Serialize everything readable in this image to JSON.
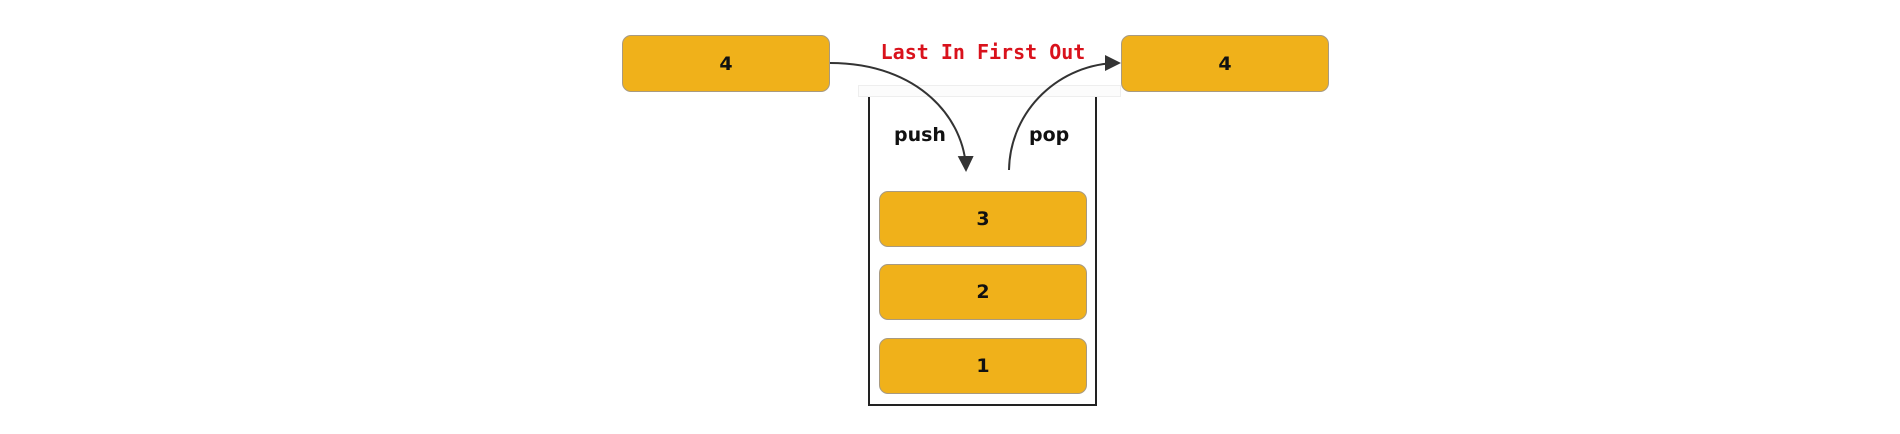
{
  "title": "Last In First Out",
  "pushed_item": {
    "label": "4"
  },
  "popped_item": {
    "label": "4"
  },
  "push_label": "push",
  "pop_label": "pop",
  "stack_items": [
    {
      "label": "3"
    },
    {
      "label": "2"
    },
    {
      "label": "1"
    }
  ],
  "colors": {
    "item_fill": "#f0b11a",
    "title": "#d9121c"
  }
}
